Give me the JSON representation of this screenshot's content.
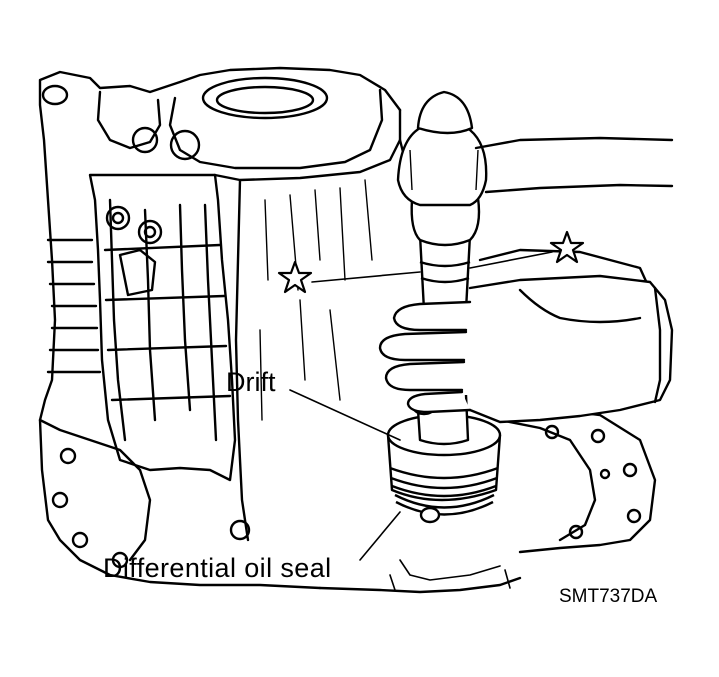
{
  "labels": {
    "drift": "Drift",
    "seal": "Differential oil seal",
    "code": "SMT737DA"
  },
  "colors": {
    "ink": "#000000",
    "paper": "#ffffff"
  },
  "icons": {
    "left_star": "star-icon",
    "right_star": "star-icon"
  }
}
